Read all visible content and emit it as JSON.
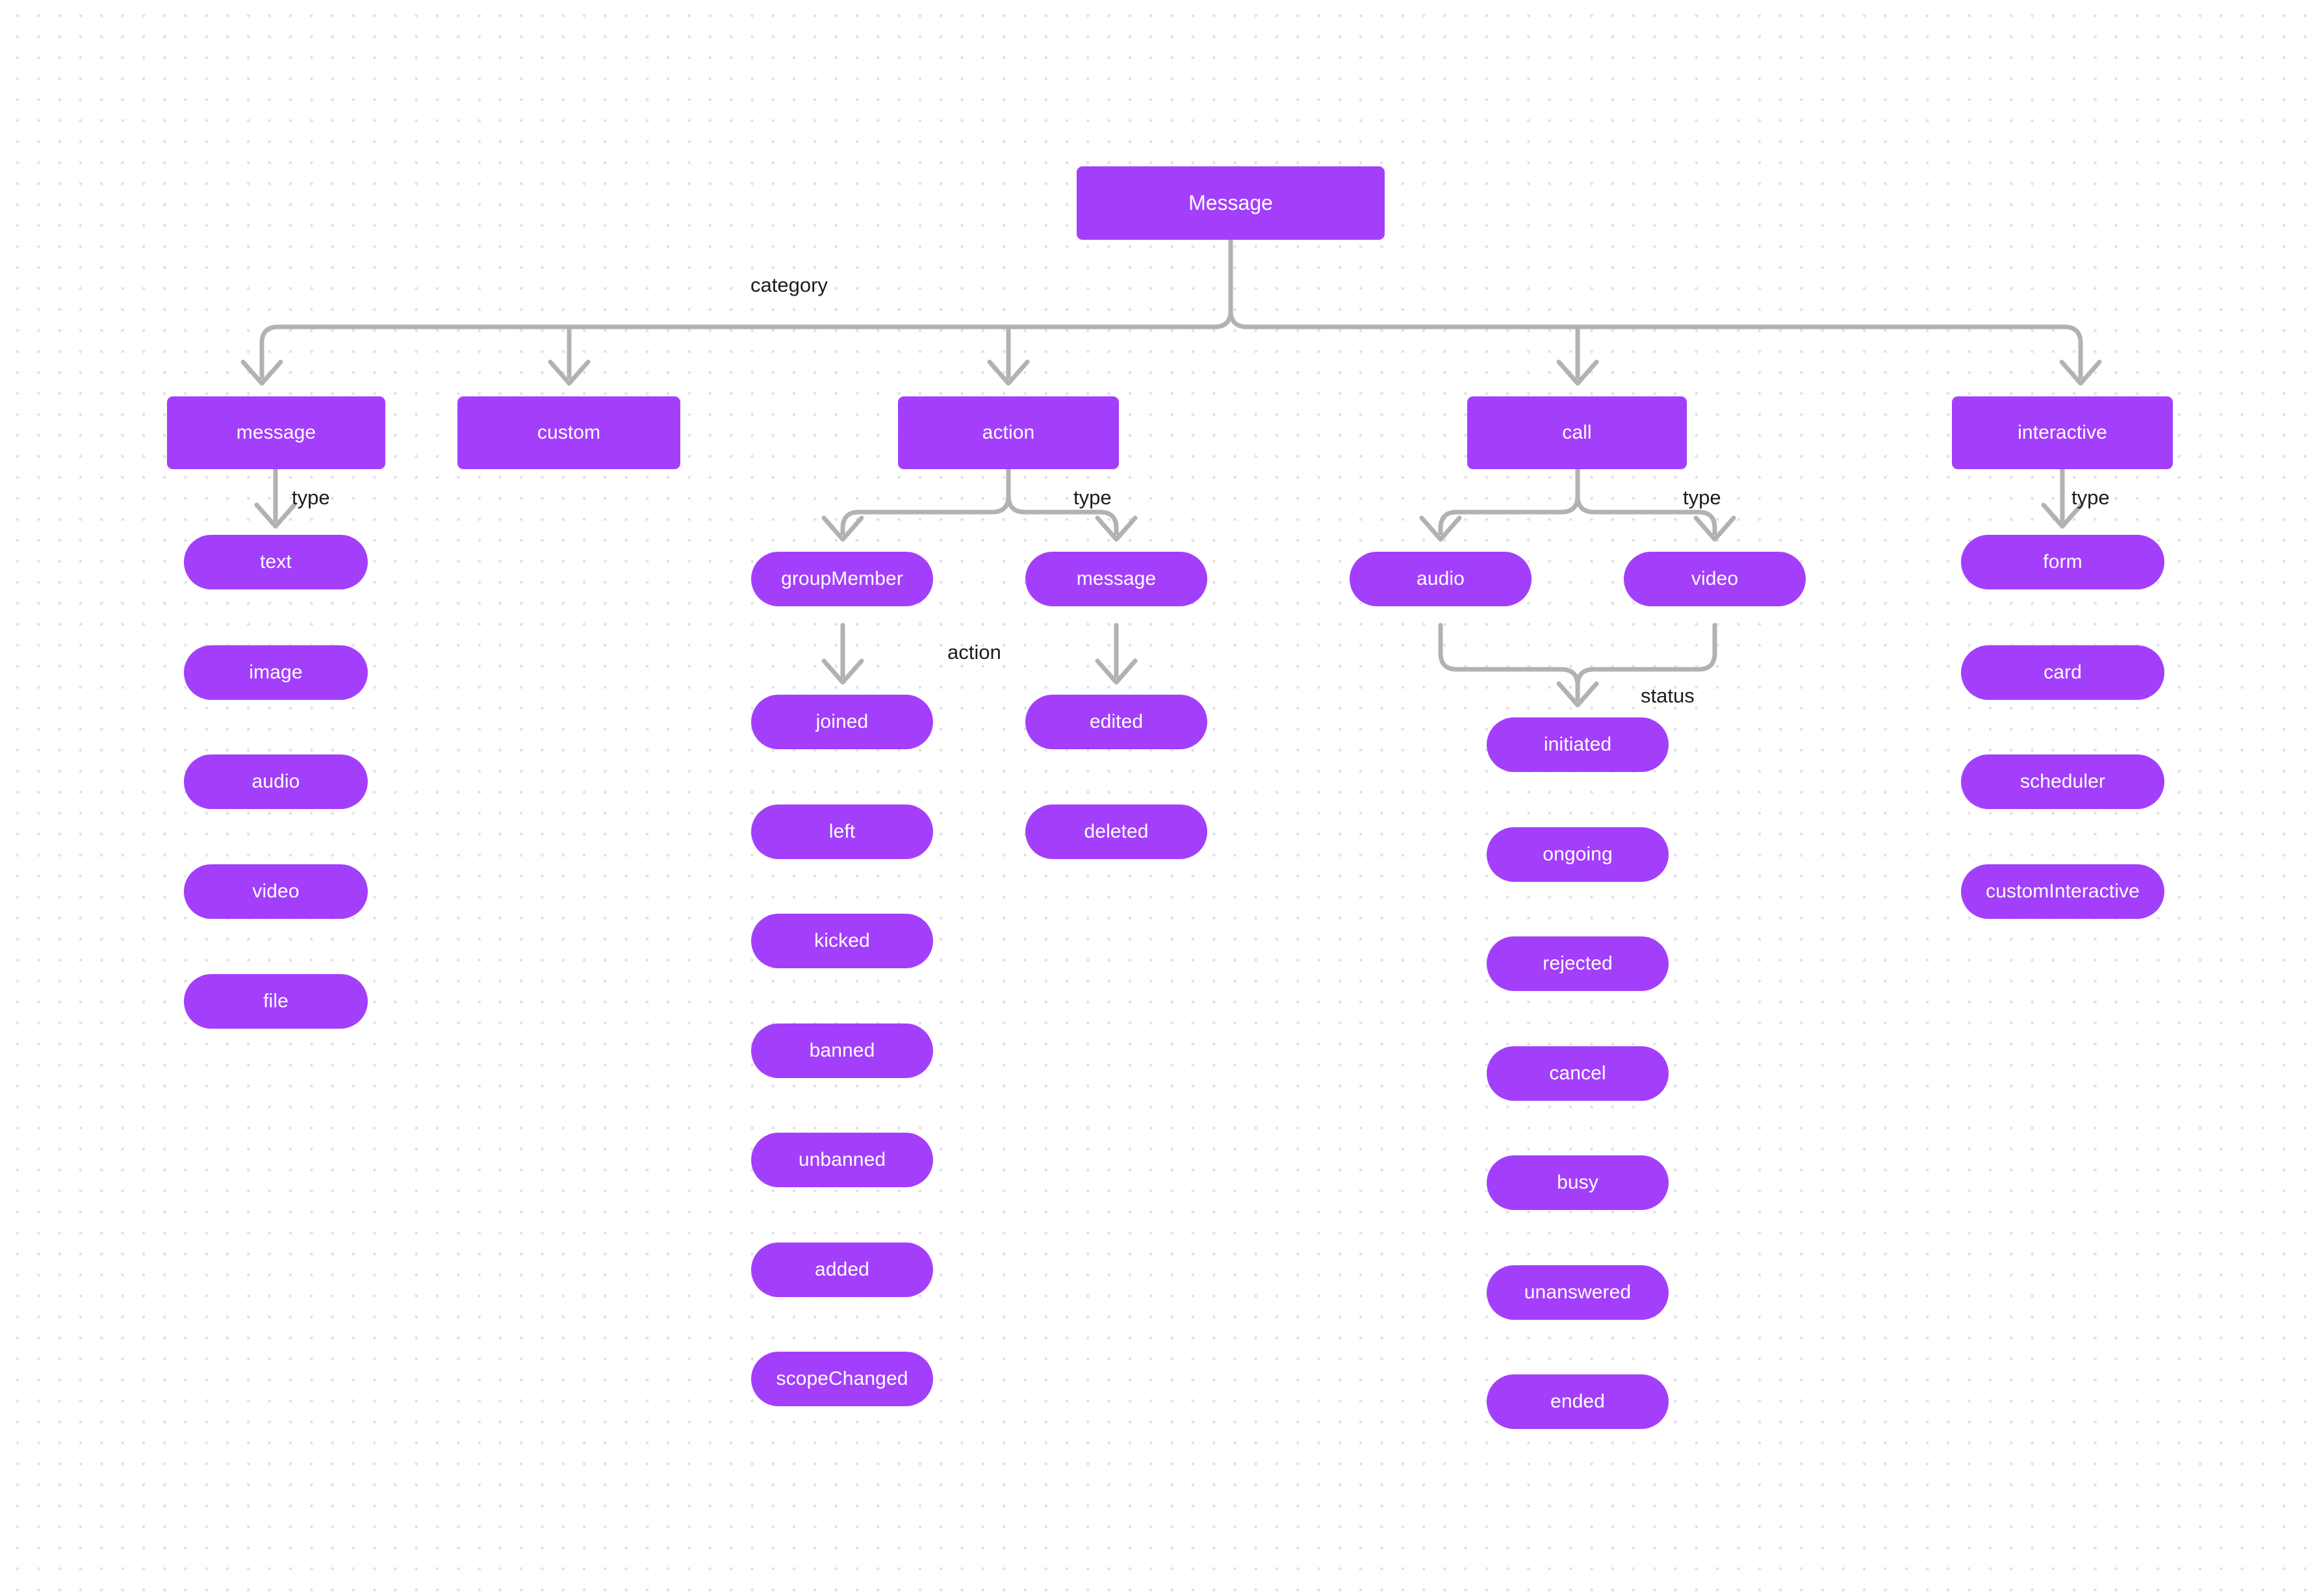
{
  "diagram": {
    "title": "Message",
    "edge_labels": {
      "category": "category",
      "type": "type",
      "action": "action",
      "status": "status"
    },
    "colors": {
      "node_fill": "#a33ffb",
      "node_text": "#ffffff",
      "edge_stroke": "#b2b2b2",
      "label_text": "#1c1c20",
      "background": "#ffffff",
      "grid_dot": "#e2e2e6"
    },
    "root": {
      "label": "Message",
      "shape": "rect"
    },
    "categories": [
      {
        "id": "message",
        "label": "message",
        "shape": "rect"
      },
      {
        "id": "custom",
        "label": "custom",
        "shape": "rect"
      },
      {
        "id": "action",
        "label": "action",
        "shape": "rect"
      },
      {
        "id": "call",
        "label": "call",
        "shape": "rect"
      },
      {
        "id": "interactive",
        "label": "interactive",
        "shape": "rect"
      }
    ],
    "message_types": [
      {
        "label": "text",
        "shape": "pill"
      },
      {
        "label": "image",
        "shape": "pill"
      },
      {
        "label": "audio",
        "shape": "pill"
      },
      {
        "label": "video",
        "shape": "pill"
      },
      {
        "label": "file",
        "shape": "pill"
      }
    ],
    "action_types": [
      {
        "label": "groupMember",
        "shape": "pill"
      },
      {
        "label": "message",
        "shape": "pill"
      }
    ],
    "group_member_actions": [
      {
        "label": "joined",
        "shape": "pill"
      },
      {
        "label": "left",
        "shape": "pill"
      },
      {
        "label": "kicked",
        "shape": "pill"
      },
      {
        "label": "banned",
        "shape": "pill"
      },
      {
        "label": "unbanned",
        "shape": "pill"
      },
      {
        "label": "added",
        "shape": "pill"
      },
      {
        "label": "scopeChanged",
        "shape": "pill"
      }
    ],
    "message_actions": [
      {
        "label": "edited",
        "shape": "pill"
      },
      {
        "label": "deleted",
        "shape": "pill"
      }
    ],
    "call_types": [
      {
        "label": "audio",
        "shape": "pill"
      },
      {
        "label": "video",
        "shape": "pill"
      }
    ],
    "call_statuses": [
      {
        "label": "initiated",
        "shape": "pill"
      },
      {
        "label": "ongoing",
        "shape": "pill"
      },
      {
        "label": "rejected",
        "shape": "pill"
      },
      {
        "label": "cancel",
        "shape": "pill"
      },
      {
        "label": "busy",
        "shape": "pill"
      },
      {
        "label": "unanswered",
        "shape": "pill"
      },
      {
        "label": "ended",
        "shape": "pill"
      }
    ],
    "interactive_types": [
      {
        "label": "form",
        "shape": "pill"
      },
      {
        "label": "card",
        "shape": "pill"
      },
      {
        "label": "scheduler",
        "shape": "pill"
      },
      {
        "label": "customInteractive",
        "shape": "pill"
      }
    ]
  }
}
